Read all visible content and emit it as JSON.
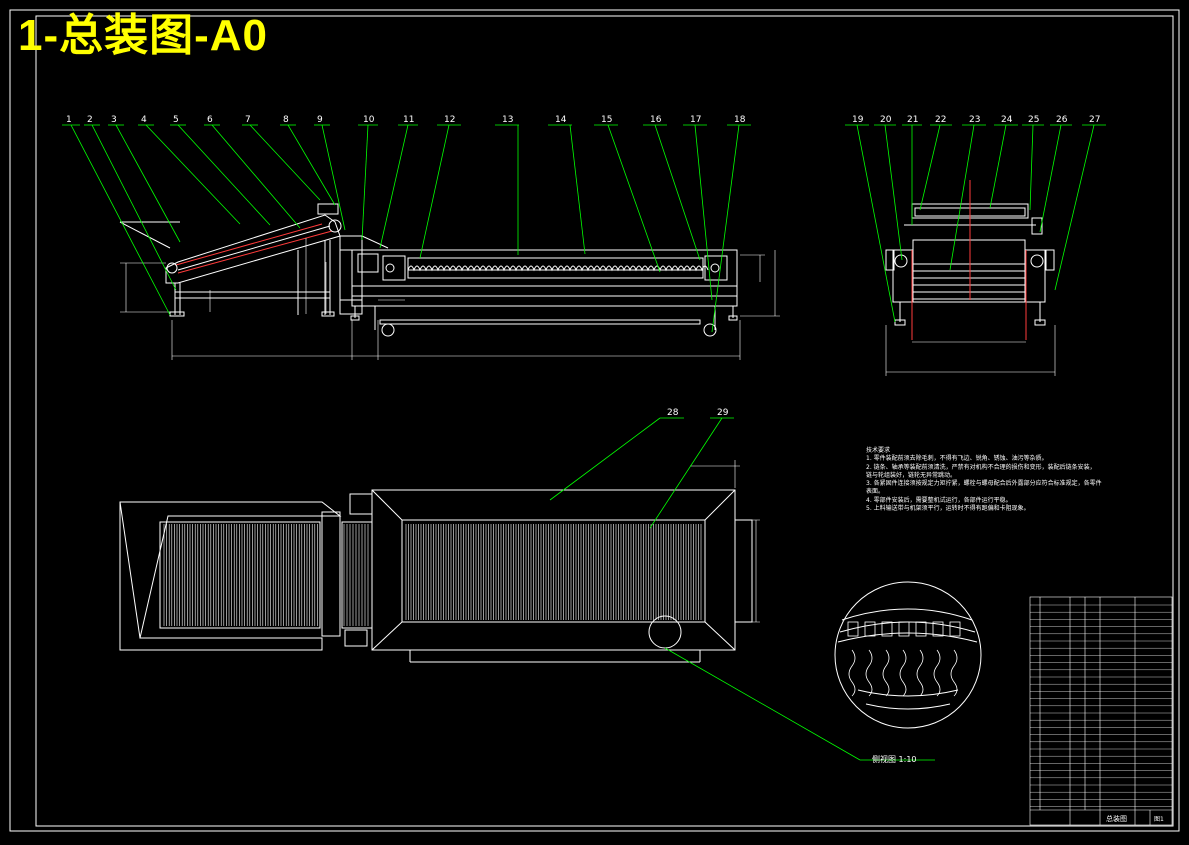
{
  "sheet": {
    "title": "1-总装图-A0",
    "colors": {
      "background": "#000000",
      "outline": "#ffffff",
      "leader": "#00ff00",
      "highlight": "#ff3b3b",
      "title": "#ffff00"
    }
  },
  "front_view": {
    "balloons": [
      "1",
      "2",
      "3",
      "4",
      "5",
      "6",
      "7",
      "8",
      "9",
      "10",
      "11",
      "12",
      "13",
      "14",
      "15",
      "16",
      "17",
      "18"
    ]
  },
  "side_view": {
    "balloons": [
      "19",
      "20",
      "21",
      "22",
      "23",
      "24",
      "25",
      "26",
      "27"
    ]
  },
  "top_view": {
    "balloons": [
      "28",
      "29"
    ]
  },
  "tech_requirements": {
    "heading": "技术要求",
    "items": [
      "1. 零件装配前须去除毛刺，不得有飞边、锐角、锈蚀、油污等杂质。",
      "2. 链条、轴承等装配前须清洗，严禁有对机构不合理的损伤和变形，装配后链条安装，",
      "链与轮组装好，链轮无异常跳动。",
      "3. 各紧固件连接须按规定力矩拧紧，螺栓与螺母配合后外露部分应符合标准规定，各零件",
      "表面。",
      "4. 零部件安装后，需要整机试运行，各部件运行平稳。",
      "5. 上料输送带与机架须平行，运转时不得有跑偏和卡阻现象。"
    ]
  },
  "detail_view": {
    "caption": "侧视图 1:10"
  },
  "title_block": {
    "name": "总装图",
    "sheet_no": "图1"
  }
}
